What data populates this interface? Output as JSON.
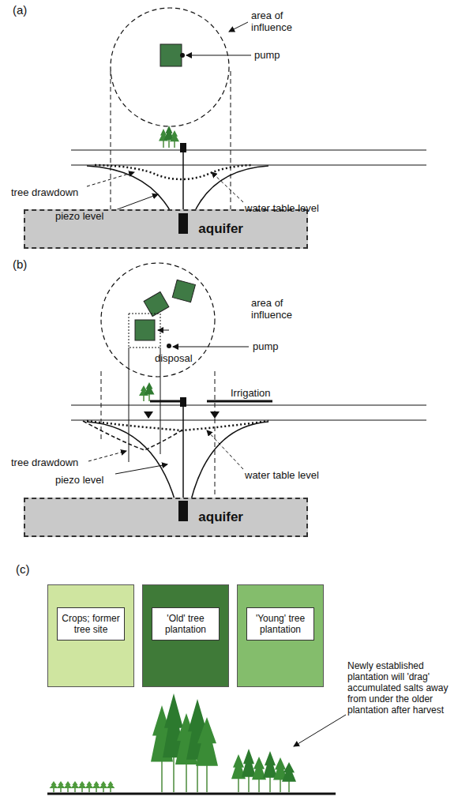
{
  "diagram": {
    "nodes": [
      {
        "text": [
          "aquifer"
        ]
      },
      {
        "text": [
          "aquifer"
        ]
      },
      {
        "text": [
          "Crops; former tree site"
        ]
      },
      {
        "text": [
          "'Old' tree plantation"
        ]
      },
      {
        "text": [
          "'Young' tree plantation"
        ]
      }
    ],
    "labels": [
      "(a)",
      "area of influence",
      "pump",
      "tree drawdown",
      "piezo level",
      "water table level",
      "(b)",
      "area of influence",
      "pump",
      "disposal",
      "Irrigation",
      "tree drawdown",
      "piezo level",
      "water table level",
      "(c)",
      "Newly established plantation will 'drag' accumulated salts away from under the older plantation after harvest"
    ]
  }
}
